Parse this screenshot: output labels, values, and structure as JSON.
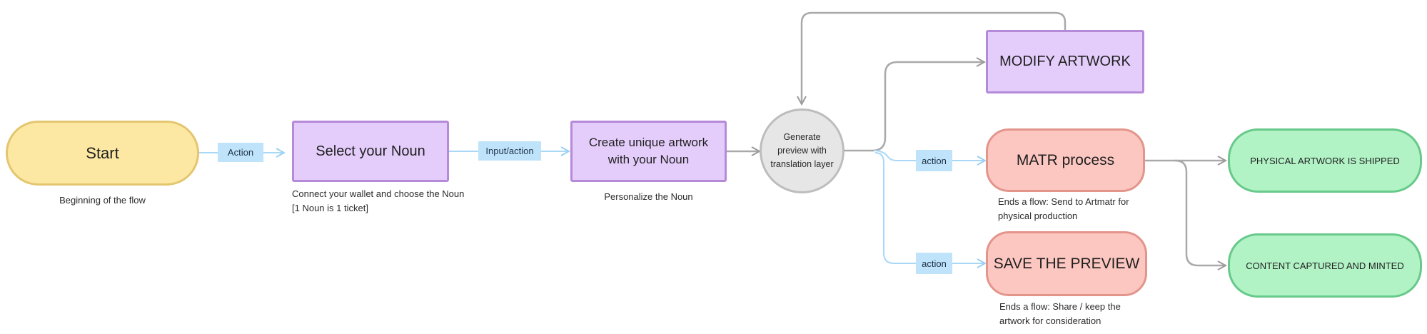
{
  "nodes": {
    "start": "Start",
    "select_noun": "Select your Noun",
    "create_artwork": "Create unique artwork with your Noun",
    "generate_preview": "Generate preview with translation layer",
    "modify_artwork": "MODIFY ARTWORK",
    "matr_process": "MATR process",
    "save_preview": "SAVE THE PREVIEW",
    "physical_shipped": "PHYSICAL ARTWORK IS SHIPPED",
    "content_minted": "CONTENT CAPTURED AND MINTED"
  },
  "edge_labels": {
    "action_1": "Action",
    "input_action": "Input/action",
    "action_2": "action",
    "action_3": "action"
  },
  "notes": {
    "start": "Beginning of the flow",
    "select_line1": "Connect your wallet and choose the Noun",
    "select_line2": "[1 Noun is 1 ticket]",
    "create": "Personalize the Noun",
    "matr_line1": "Ends a flow: Send to Artmatr for",
    "matr_line2": "physical production",
    "save_line1": "Ends a flow: Share / keep the",
    "save_line2": "artwork for consideration"
  },
  "colors": {
    "start_fill": "#fde8a3",
    "purple_fill": "#e4cdfb",
    "red_fill": "#fdc7c1",
    "green_fill": "#b2f3c6",
    "circle_fill": "#e6e6e6",
    "tag_fill": "#bfe3fb",
    "wire_blue": "#a9d8f7",
    "wire_gray": "#a9a9a9"
  }
}
